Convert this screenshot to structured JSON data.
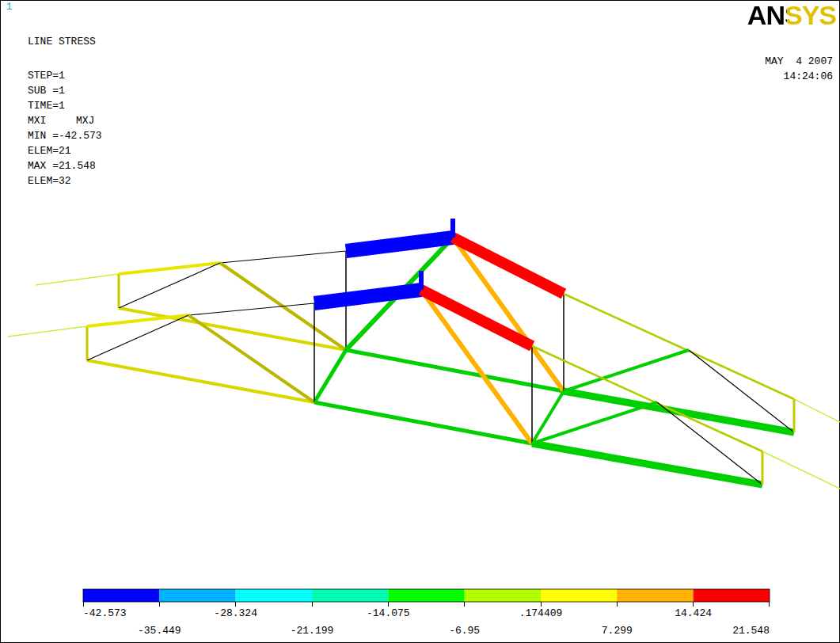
{
  "diagram": {
    "labels": [
      "1",
      "ANSYS",
      "LINE STRESS",
      "STEP=1",
      "SUB =1",
      "TIME=1",
      "MXI",
      "MXJ",
      "MIN =-42.573",
      "ELEM=21",
      "MAX =21.548",
      "ELEM=32",
      "MAY  4 2007",
      "14:24:06",
      "-42.573",
      "-35.449",
      "-28.324",
      "-21.199",
      "-14.075",
      "-6.95",
      ".174409",
      "7.299",
      "14.424",
      "21.548"
    ]
  }
}
